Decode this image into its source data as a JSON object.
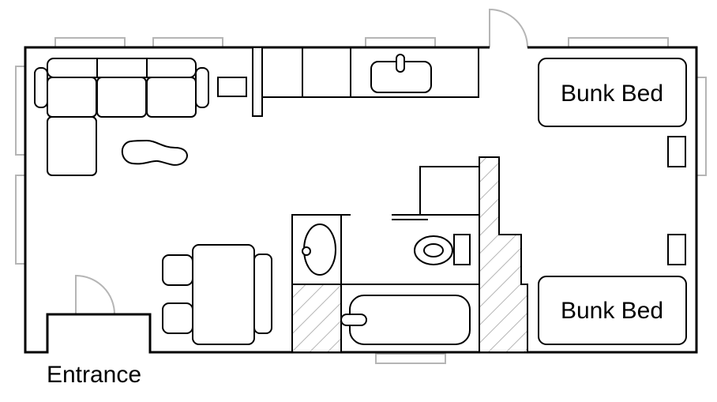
{
  "rooms": {
    "bunk_bed_top": "Bunk Bed",
    "bunk_bed_bottom": "Bunk Bed"
  },
  "entrance_label": "Entrance"
}
